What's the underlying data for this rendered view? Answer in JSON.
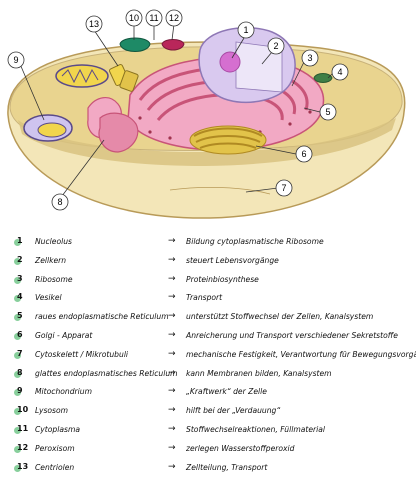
{
  "callouts": [
    "1",
    "2",
    "3",
    "4",
    "5",
    "6",
    "7",
    "8",
    "9",
    "10",
    "11",
    "12",
    "13"
  ],
  "legend": {
    "arrow": "→",
    "items": [
      {
        "num": "1",
        "term": "Nucleolus",
        "function": "Bildung cytoplasmatische Ribosome"
      },
      {
        "num": "2",
        "term": "Zellkern",
        "function": "steuert Lebensvorgänge"
      },
      {
        "num": "3",
        "term": "Ribosome",
        "function": "Proteinbiosynthese"
      },
      {
        "num": "4",
        "term": "Vesikel",
        "function": "Transport"
      },
      {
        "num": "5",
        "term": "raues endoplasmatische Reticulum",
        "function": "unterstützt Stoffwechsel der Zellen, Kanalsystem"
      },
      {
        "num": "6",
        "term": "Golgi - Apparat",
        "function": "Anreicherung und Transport verschiedener Sekretstoffe"
      },
      {
        "num": "7",
        "term": "Cytoskelett / Mikrotubuli",
        "function": "mechanische Festigkeit, Verantwortung für Bewegungsvorgänge"
      },
      {
        "num": "8",
        "term": "glattes endoplasmatisches Reticulum",
        "function": "kann Membranen bilden, Kanalsystem"
      },
      {
        "num": "9",
        "term": "Mitochondrium",
        "function": "„Kraftwerk“ der Zelle"
      },
      {
        "num": "10",
        "term": "Lysosom",
        "function": "hilft bei der „Verdauung“"
      },
      {
        "num": "11",
        "term": "Cytoplasma",
        "function": "Stoffwechselreaktionen, Füllmaterial"
      },
      {
        "num": "12",
        "term": "Peroxisom",
        "function": "zerlegen Wasserstoffperoxid"
      },
      {
        "num": "13",
        "term": "Centriolen",
        "function": "Zellteilung, Transport"
      }
    ]
  },
  "colors": {
    "membrane": "#c8b27a",
    "cytoplasm": "#e9d48f",
    "cytoplasm_bottom": "#f3e6b8",
    "nucleus": "#d9c9ef",
    "nucleolus": "#d56fd0",
    "er": "#c85478",
    "er_light": "#f2a9c4",
    "golgi": "#e2c34a",
    "mitochondrion": "#f1d54d",
    "lysosome": "#1e8a66",
    "peroxisome": "#b9265a",
    "vesicle": "#3f7f46",
    "dot": "#27a84a"
  }
}
